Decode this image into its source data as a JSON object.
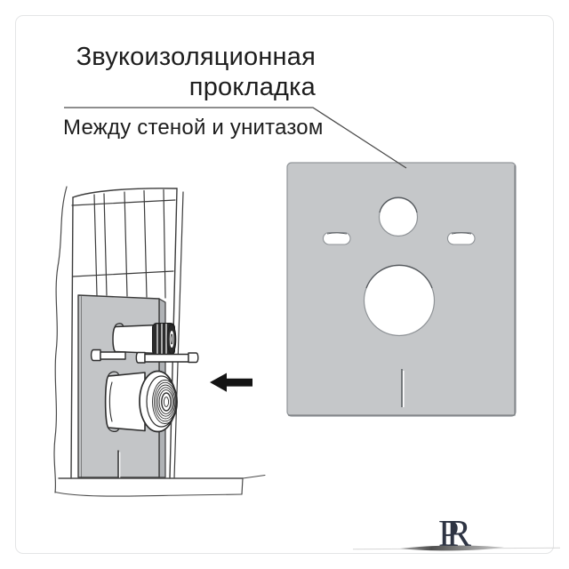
{
  "title": {
    "line1": "Звукоизоляционная",
    "line2": "прокладка"
  },
  "subtitle": "Между стеной и унитазом",
  "brand": {
    "letter_p": "P",
    "letter_r": "R",
    "color": "#2e3443"
  },
  "colors": {
    "background": "#ffffff",
    "frame_border": "#e4e5e6",
    "text": "#1d1d1d",
    "outline": "#3b3b3b",
    "gasket_gray": "#c5c7c9",
    "panel_gray": "#c3c5c7",
    "panel_side_gray": "#afb2b5",
    "hole_white": "#ffffff",
    "arrow_black": "#141414",
    "swoosh_gray": "#8a8a8a"
  },
  "icons": {
    "arrow": "arrow-left-icon"
  },
  "illustrations": {
    "left": "wall-installation-side-view",
    "right": "sound-insulation-gasket-front-view"
  }
}
